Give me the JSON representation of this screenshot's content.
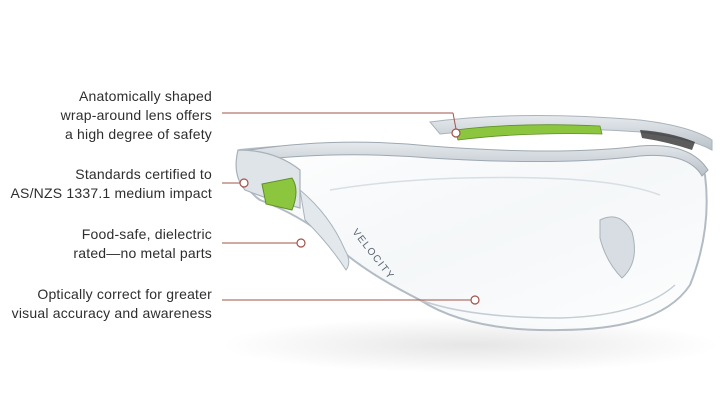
{
  "callouts": [
    {
      "lines": [
        "Anatomically shaped",
        "wrap-around lens offers",
        "a high degree of safety"
      ]
    },
    {
      "lines": [
        "Standards certified to",
        "AS/NZS 1337.1 medium impact"
      ]
    },
    {
      "lines": [
        "Food-safe, dielectric",
        "rated—no metal parts"
      ]
    },
    {
      "lines": [
        "Optically correct for greater",
        "visual accuracy and awareness"
      ]
    }
  ],
  "product": {
    "brand_mark": "VELOCITY"
  },
  "colors": {
    "leader_line": "#a0524a",
    "accent_green": "#8cc63f",
    "temple_dark": "#3b5a2a",
    "clear_frame": "#c9d0d6"
  }
}
